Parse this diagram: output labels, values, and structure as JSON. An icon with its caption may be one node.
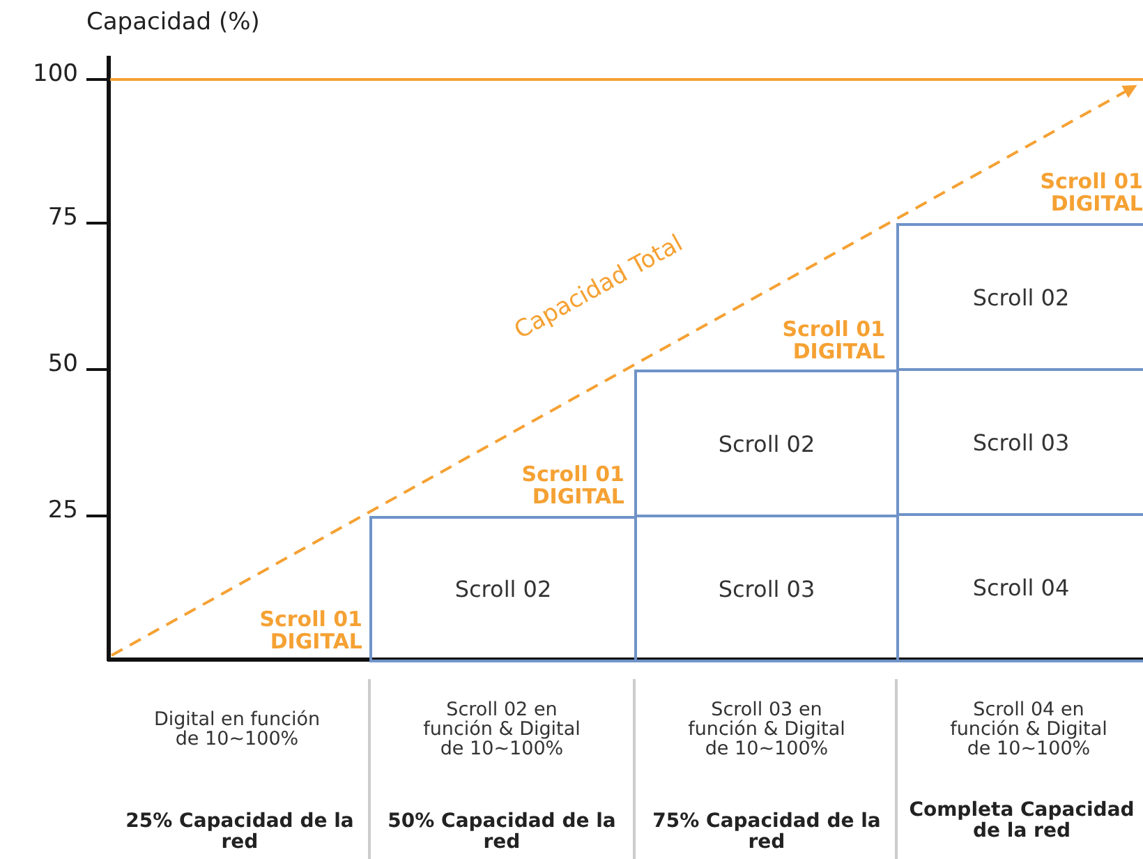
{
  "diagram": {
    "nodes": [
      {
        "text": [
          "Scroll 02"
        ]
      },
      {
        "text": [
          "Scroll 02"
        ]
      },
      {
        "text": [
          "Scroll 03"
        ]
      },
      {
        "text": [
          "Scroll 02"
        ]
      },
      {
        "text": [
          "Scroll 03"
        ]
      },
      {
        "text": [
          "Scroll 04"
        ]
      }
    ],
    "edges": [],
    "labels": [
      "Capacidad (%)",
      "100",
      "Scroll 01 DIGITAL",
      "75",
      "Capacidad Total",
      "Scroll 01 DIGITAL",
      "50",
      "Scroll 01 DIGITAL",
      "25",
      "Scroll 01 DIGITAL",
      "Digital en función de 10~100%",
      "Scroll 02 en función & Digital de 10~100%",
      "Scroll 03 en función & Digital de 10~100%",
      "Scroll 04 en función & Digital de 10~100%",
      "25% Capacidad de la red",
      "50% Capacidad de la red",
      "75% Capacidad de la red",
      "Completa Capacidad de la red"
    ]
  }
}
